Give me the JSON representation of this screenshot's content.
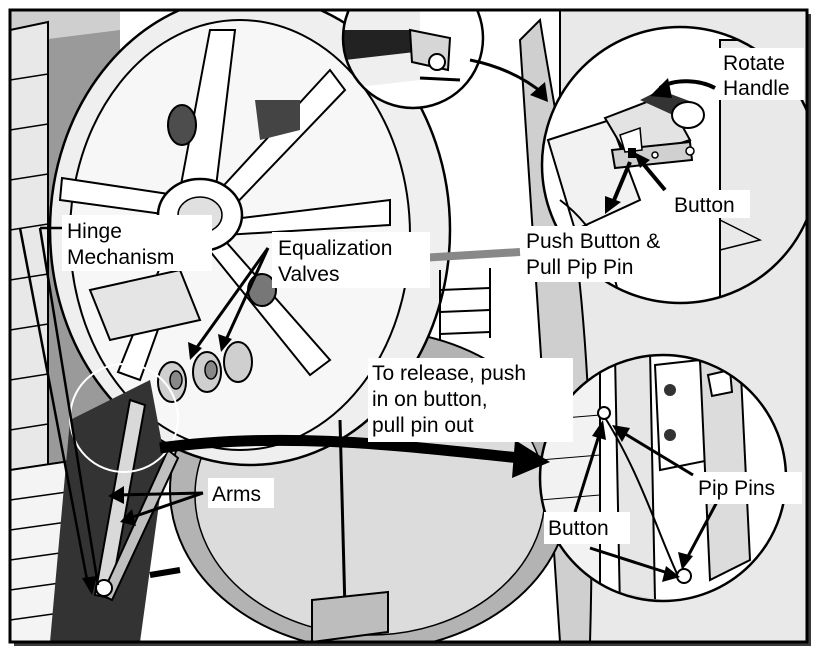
{
  "labels": {
    "rotate_handle_1": "Rotate",
    "rotate_handle_2": "Handle",
    "button_top": "Button",
    "push_button_1": "Push Button &",
    "push_button_2": "Pull Pip Pin",
    "hinge_1": "Hinge",
    "hinge_2": "Mechanism",
    "equalization_1": "Equalization",
    "equalization_2": "Valves",
    "release_1": "To release, push",
    "release_2": "in on button,",
    "release_3": "pull pin out",
    "arms": "Arms",
    "pip_pins": "Pip Pins",
    "button_bottom": "Button"
  },
  "colors": {
    "frame": "#000000",
    "shadow": "#3a3a3a",
    "panel_light": "#e6e6e6",
    "panel_mid": "#bdbdbd",
    "panel_dark": "#808080",
    "background": "#ffffff"
  }
}
